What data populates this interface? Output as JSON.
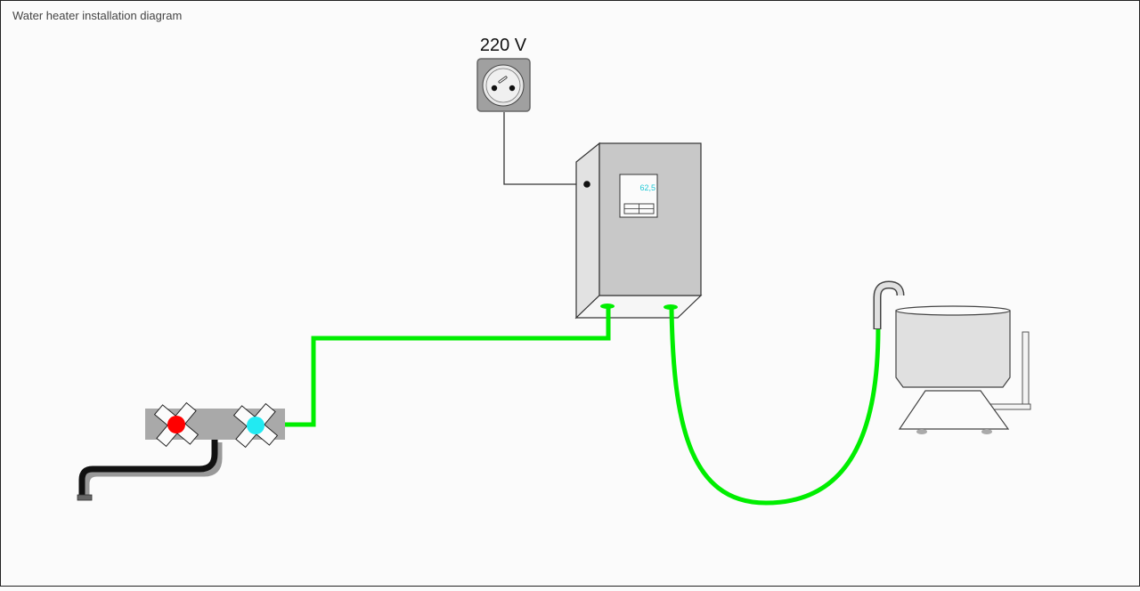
{
  "diagram": {
    "title": "Water heater installation diagram",
    "socket": {
      "label": "220 V",
      "icon": "power-socket-icon"
    },
    "heater": {
      "display_value": "62,5",
      "display_color": "#33e6f2",
      "icon": "water-heater-icon"
    },
    "mixer_tap": {
      "hot_handle_color": "#ff0000",
      "cold_handle_color": "#22eaf2",
      "icon": "mixer-tap-icon"
    },
    "appliance": {
      "icon": "washing-tub-icon"
    },
    "hose_color": "#00ee00",
    "wire_color": "#333333"
  }
}
